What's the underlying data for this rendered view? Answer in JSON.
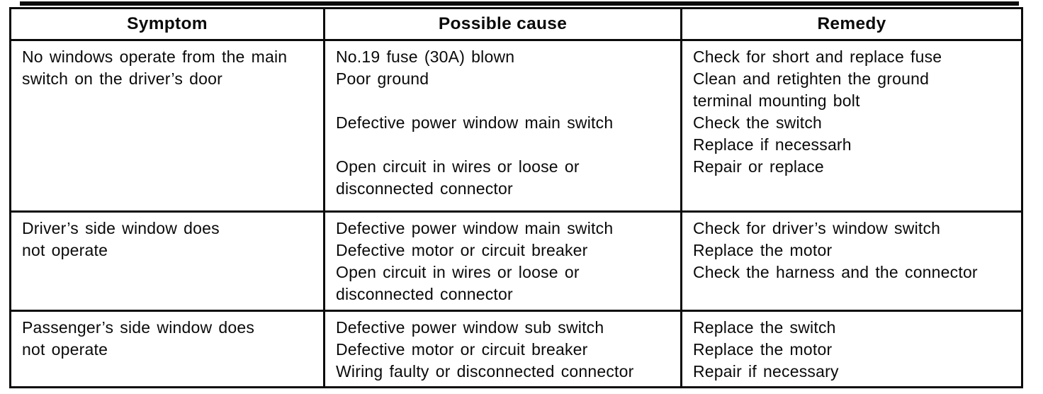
{
  "colors": {
    "ink": "#0b0b0b",
    "paper": "#ffffff"
  },
  "table": {
    "headers": [
      "Symptom",
      "Possible cause",
      "Remedy"
    ],
    "rows": [
      {
        "symptom": "No windows operate from the main\nswitch on the driver’s door",
        "cause": "No.19 fuse (30A) blown\nPoor ground\n\nDefective power window main switch\n\nOpen circuit in wires or loose or\ndisconnected connector",
        "remedy": "Check for short and replace fuse\nClean and retighten the ground\nterminal mounting bolt\nCheck the switch\nReplace if necessarh\nRepair or replace"
      },
      {
        "symptom": "Driver’s side window does\nnot operate",
        "cause": "Defective power window main switch\nDefective motor or circuit breaker\nOpen circuit in wires or loose or\ndisconnected connector",
        "remedy": "Check for driver’s window switch\nReplace the motor\nCheck the harness and the connector"
      },
      {
        "symptom": "Passenger’s side window does\nnot operate",
        "cause": "Defective power window sub switch\nDefective motor or circuit breaker\nWiring faulty or disconnected connector",
        "remedy": "Replace the switch\nReplace the motor\nRepair if necessary"
      }
    ]
  }
}
